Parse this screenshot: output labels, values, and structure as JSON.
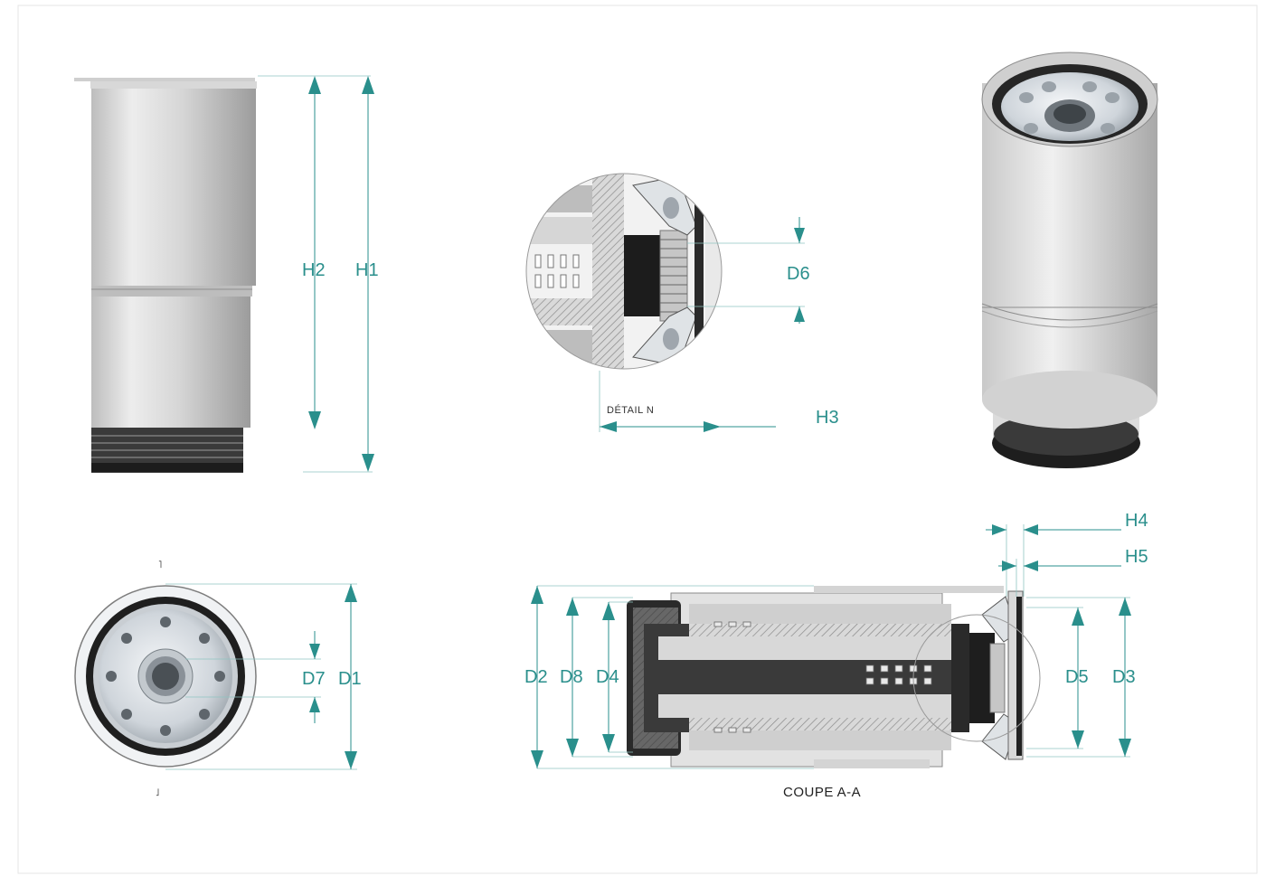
{
  "colors": {
    "dimension": "#2a8f8c",
    "metal_light": "#e6e6e6",
    "metal_dark": "#9a9a9a",
    "gasket": "#1e1e1e"
  },
  "views": {
    "section_caption": "COUPE A-A",
    "detail_caption": "DÉTAIL N",
    "section_marker_top": "˥",
    "section_marker_bottom": "˩"
  },
  "dimensions": {
    "H1": "H1",
    "H2": "H2",
    "H3": "H3",
    "H4": "H4",
    "H5": "H5",
    "D1": "D1",
    "D2": "D2",
    "D3": "D3",
    "D4": "D4",
    "D5": "D5",
    "D6": "D6",
    "D7": "D7",
    "D8": "D8"
  }
}
